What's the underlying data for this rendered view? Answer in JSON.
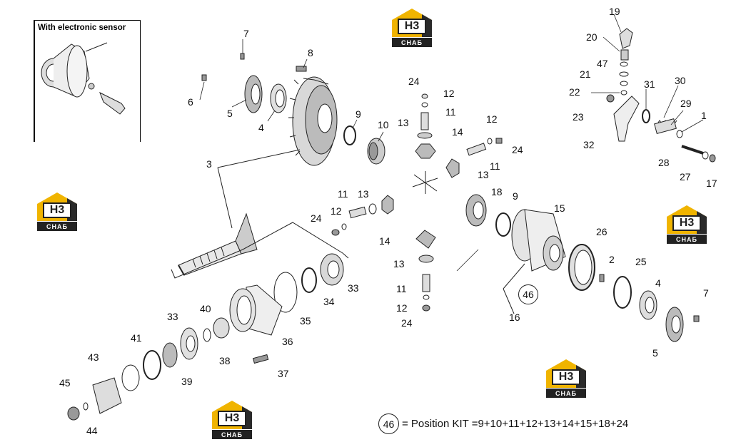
{
  "inset": {
    "title": "With electronic sensor"
  },
  "logo": {
    "mark": "H3",
    "tag": "CHAБ",
    "colors": {
      "roof": "#f0b400",
      "wall": "#2a2a2a"
    }
  },
  "footnote": {
    "kit_number": "46",
    "text": "= Position KIT =9+10+11+12+13+14+15+18+24"
  },
  "labels": [
    "1",
    "2",
    "3",
    "4",
    "4",
    "5",
    "5",
    "6",
    "7",
    "7",
    "8",
    "9",
    "9",
    "10",
    "11",
    "11",
    "11",
    "11",
    "12",
    "12",
    "12",
    "12",
    "13",
    "13",
    "13",
    "13",
    "14",
    "14",
    "15",
    "16",
    "17",
    "18",
    "19",
    "20",
    "21",
    "22",
    "23",
    "24",
    "24",
    "24",
    "24",
    "25",
    "26",
    "27",
    "28",
    "29",
    "30",
    "31",
    "32",
    "33",
    "33",
    "34",
    "35",
    "36",
    "37",
    "38",
    "39",
    "40",
    "41",
    "43",
    "44",
    "45",
    "46",
    "47"
  ]
}
